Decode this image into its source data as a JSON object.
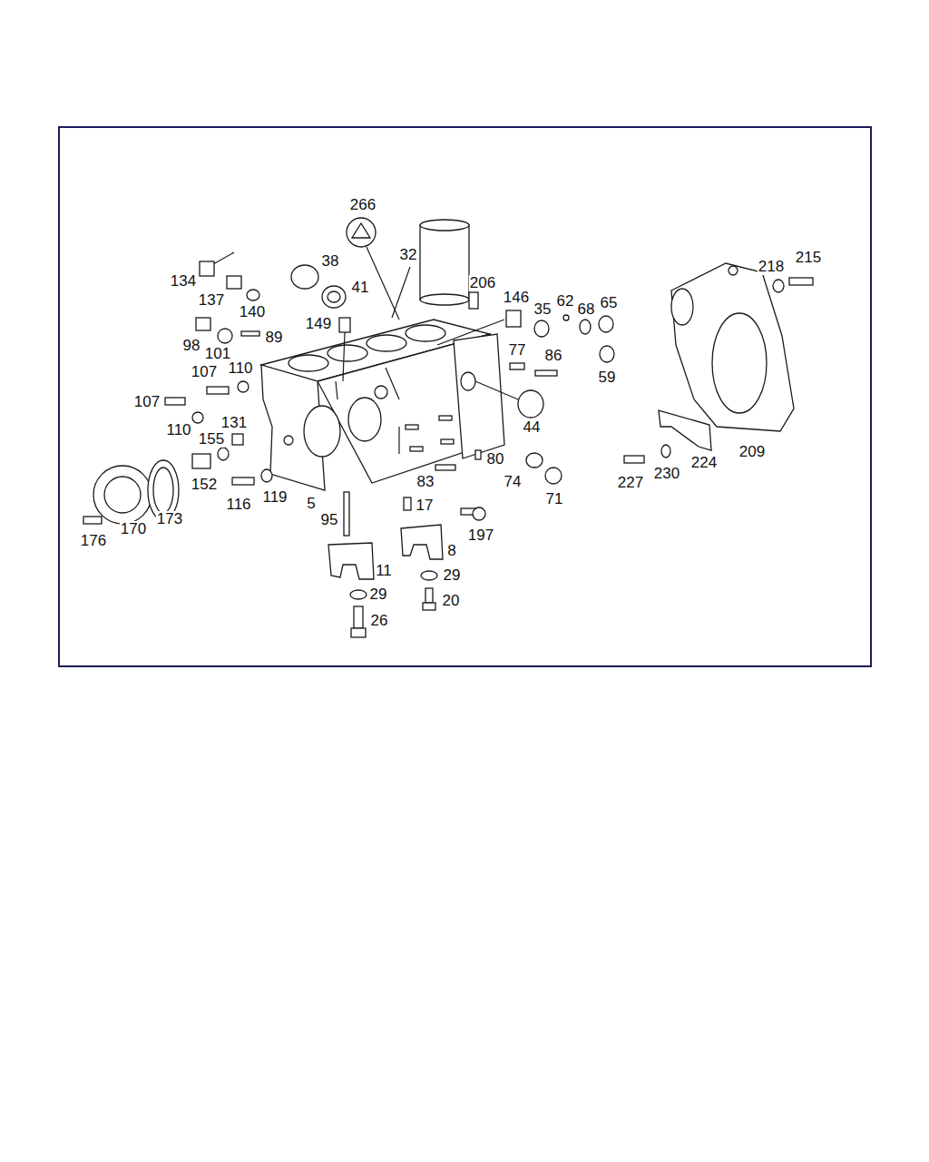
{
  "diagram": {
    "labels": [
      "266",
      "32",
      "38",
      "41",
      "206",
      "146",
      "35",
      "62",
      "68",
      "65",
      "218",
      "215",
      "134",
      "137",
      "140",
      "149",
      "89",
      "98",
      "101",
      "77",
      "86",
      "59",
      "107",
      "110",
      "107",
      "44",
      "110",
      "131",
      "155",
      "80",
      "209",
      "224",
      "152",
      "116",
      "119",
      "5",
      "83",
      "74",
      "71",
      "227",
      "230",
      "17",
      "95",
      "170",
      "173",
      "197",
      "176",
      "8",
      "11",
      "29",
      "29",
      "20",
      "26"
    ]
  }
}
